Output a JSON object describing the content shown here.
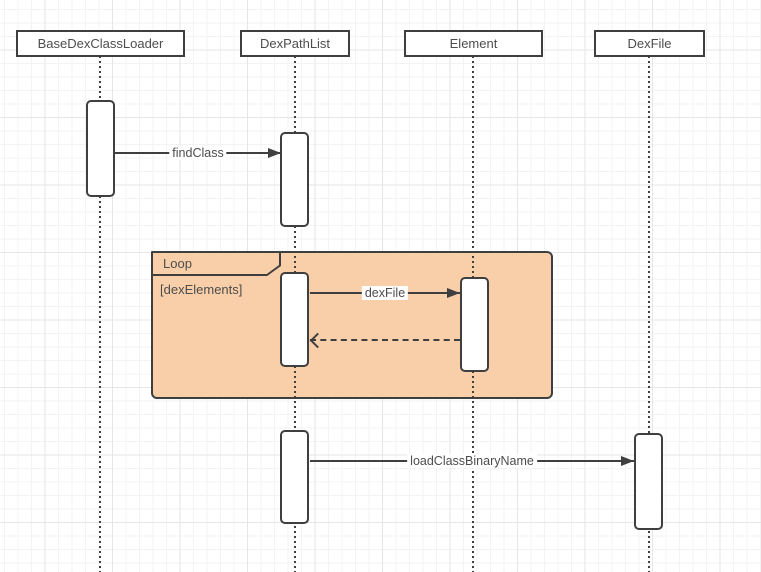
{
  "diagram": {
    "type": "uml-sequence",
    "participants": [
      {
        "label": "BaseDexClassLoader"
      },
      {
        "label": "DexPathList"
      },
      {
        "label": "Element"
      },
      {
        "label": "DexFile"
      }
    ],
    "fragment": {
      "operator": "Loop",
      "guard": "[dexElements]"
    },
    "messages": [
      {
        "label": "findClass",
        "from": "BaseDexClassLoader",
        "to": "DexPathList",
        "kind": "sync"
      },
      {
        "label": "dexFile",
        "from": "DexPathList",
        "to": "Element",
        "kind": "sync"
      },
      {
        "label": "",
        "from": "Element",
        "to": "DexPathList",
        "kind": "return-dashed"
      },
      {
        "label": "loadClassBinaryName",
        "from": "DexPathList",
        "to": "DexFile",
        "kind": "sync"
      }
    ],
    "colors": {
      "fragment_fill": "#f8cfa9",
      "stroke": "#3f3f3f",
      "text": "#4d4d4d",
      "shape_fill": "#ffffff",
      "grid_minor": "#f3f3f3",
      "grid_major": "#e6e6e6"
    }
  }
}
